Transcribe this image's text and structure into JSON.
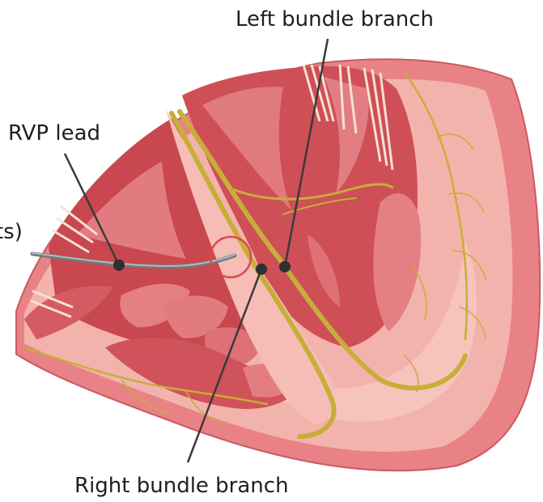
{
  "labels": {
    "left_bundle_branch": "Left bundle branch",
    "rvp_lead": "RVP lead",
    "right_bundle_branch": "Right bundle branch",
    "clipped_fragment": "ts)"
  },
  "colors": {
    "outer_wall": "#e87f85",
    "wall_light": "#f4b2ad",
    "muscle": "#c9474f",
    "muscle_light": "#e27b80",
    "conduction": "#c9b23a",
    "lead": "#7d8a91",
    "pointer": "#3a3a3a",
    "highlight_circle": "#d94a4a"
  },
  "icons": [
    "heart-ventricle-cross-section",
    "pacing-lead",
    "conduction-fibers"
  ]
}
